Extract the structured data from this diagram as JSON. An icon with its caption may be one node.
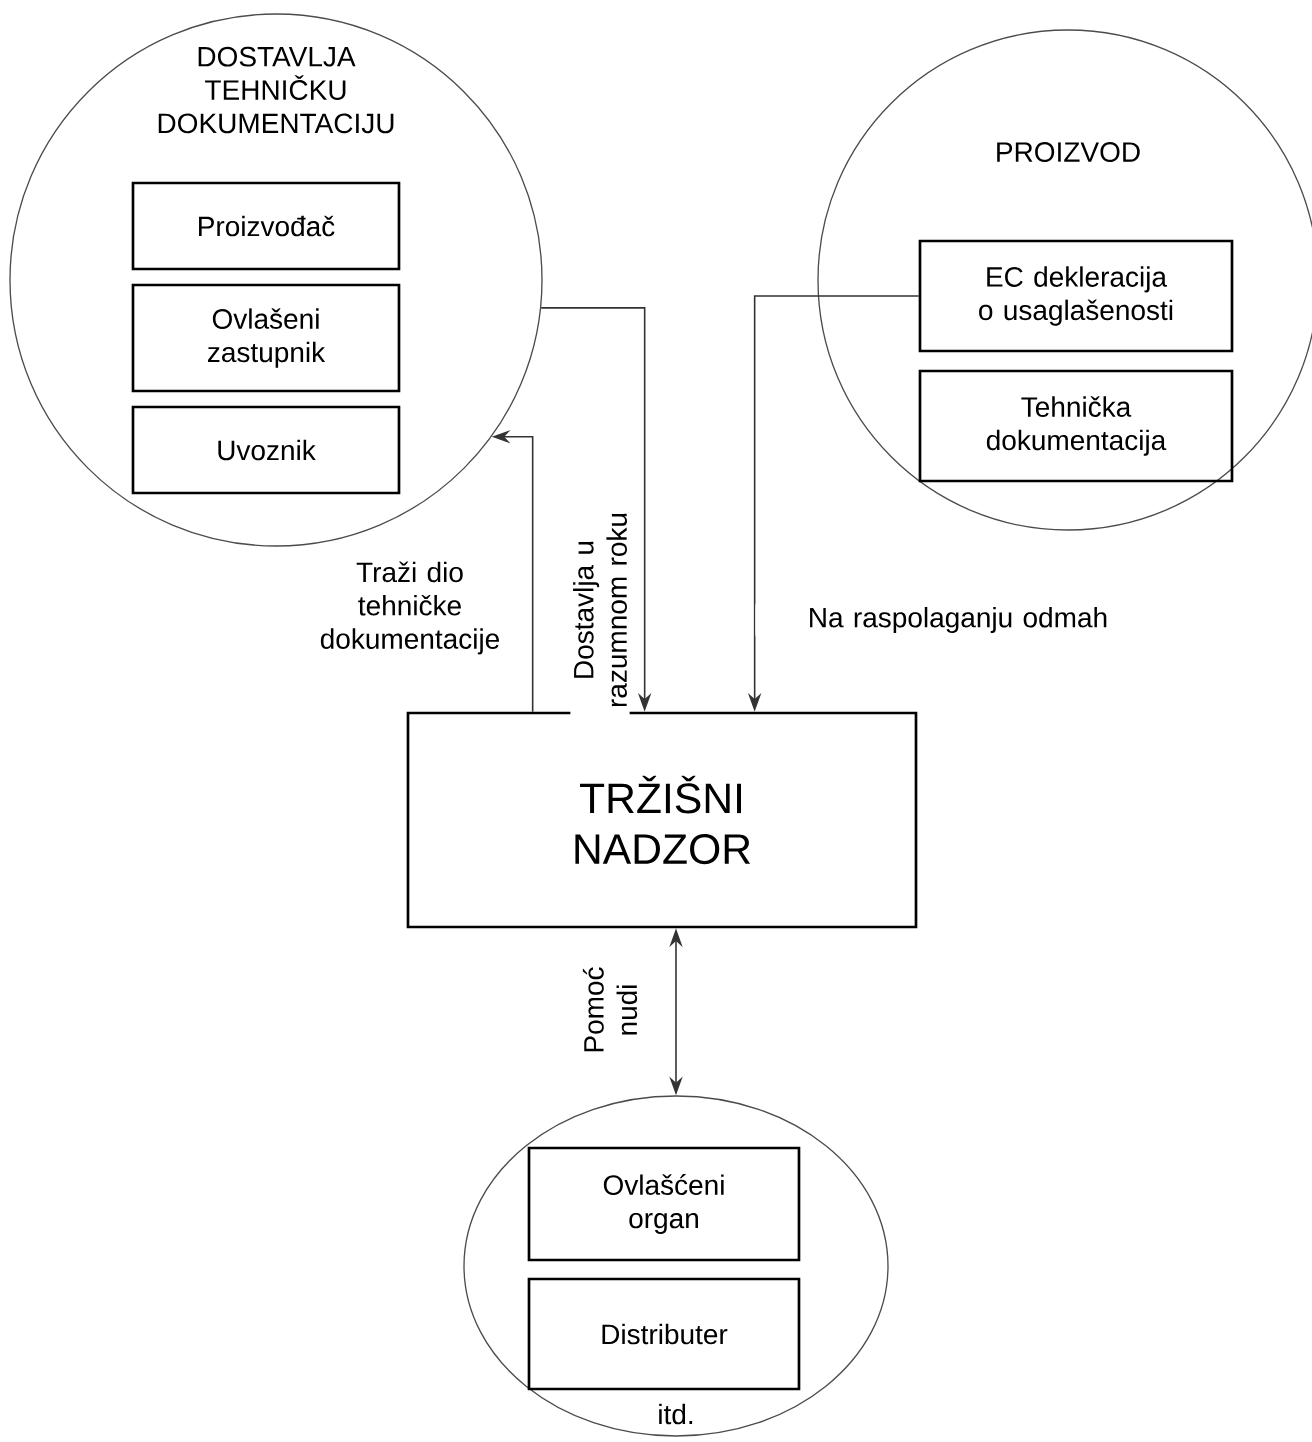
{
  "diagram": {
    "nodes": [
      {
        "text": [
          "DOSTAVLJA TEHNIČKU DOKUMENTACIJU"
        ]
      },
      {
        "text": [
          "Proizvođač"
        ],
        "in": 0
      },
      {
        "text": [
          "Ovlašeni zastupnik"
        ],
        "in": 0
      },
      {
        "text": [
          "Uvoznik"
        ],
        "in": 0
      },
      {
        "text": [
          "PROIZVOD"
        ]
      },
      {
        "text": [
          "EC dekleracija o usaglašenosti"
        ],
        "in": 4
      },
      {
        "text": [
          "Tehnička dokumentacija"
        ],
        "in": 4
      },
      {
        "text": [
          "TRŽIŠNI NADZOR"
        ]
      },
      {
        "text": [
          "itd."
        ]
      },
      {
        "text": [
          "Ovlašćeni organ"
        ],
        "in": 8
      },
      {
        "text": [
          "Distributer"
        ],
        "in": 8
      }
    ],
    "edges": [
      {
        "from": 7,
        "to": 0,
        "arrow": "to",
        "label": "Traži dio tehničke dokumentacije"
      },
      {
        "from": 0,
        "to": 7,
        "arrow": "to",
        "label": "Dostavlja u razumnom roku"
      },
      {
        "from": 5,
        "to": 7,
        "arrow": "to",
        "label": "Na raspolaganju odmah"
      },
      {
        "from": 7,
        "to": 8,
        "arrow": "both",
        "label": "Pomoć nudi"
      }
    ]
  }
}
